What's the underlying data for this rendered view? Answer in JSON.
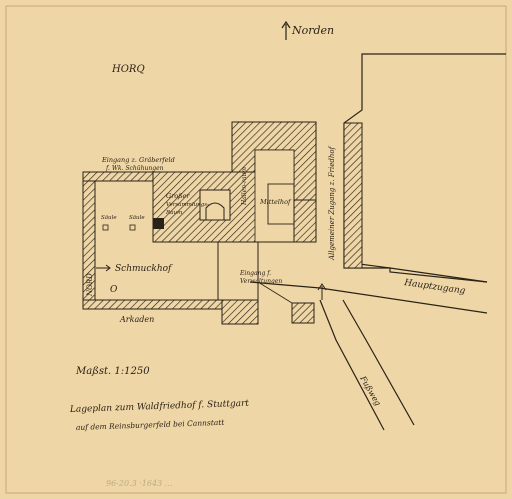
{
  "labels": {
    "north": "Norden",
    "top_left_mark": "HORQ",
    "eingang_graeber": "Eingang z. Gräberfeld",
    "eingang_graeber_2": "f. Wk. Schühungen",
    "saule_1": "Säule",
    "saule_2": "Säule",
    "grosser_raum": "Großer",
    "grosser_raum_2": "Versammlungs-",
    "grosser_raum_3": "Raum",
    "hallen": "Hallen-raum",
    "mittelhof": "Mittelhof",
    "schmuckhof": "Schmuckhof",
    "arkaden": "Arkaden",
    "eingang_verw": "Eingang f.",
    "eingang_verw_2": "Verwaltungen",
    "allgemeiner": "Allgemeiner Zugang z. Friedhof",
    "hauptzugang": "Hauptzugang",
    "fussweg": "Fußweg",
    "left_mark": "NORD",
    "left_mark_2": "O",
    "scale": "Maßst. 1:1250",
    "caption_1": "Lageplan zum Waldfriedhof f. Stuttgart",
    "caption_2": "auf dem Reinsburgerfeld bei Cannstatt",
    "bottom_faint": "96-20.3 ·1643 ..."
  }
}
